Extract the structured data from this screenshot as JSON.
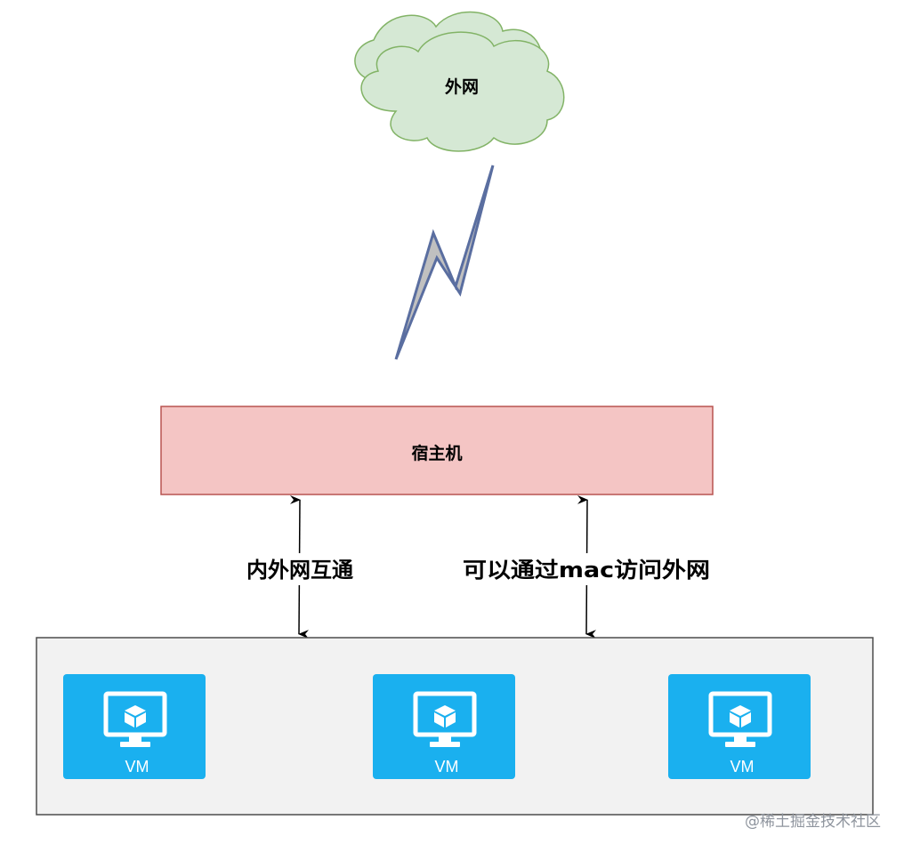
{
  "cloud": {
    "label": "外网"
  },
  "host": {
    "label": "宿主机"
  },
  "connections": {
    "left_label": "内外网互通",
    "right_label": "可以通过mac访问外网"
  },
  "vms": [
    {
      "label": "VM"
    },
    {
      "label": "VM"
    },
    {
      "label": "VM"
    }
  ],
  "watermark": {
    "text": "@稀土掘金技术社区"
  },
  "colors": {
    "cloud_fill": "#d5e8d4",
    "cloud_stroke": "#82b366",
    "host_fill": "#f4c5c4",
    "host_stroke": "#b85450",
    "vm_group_fill": "#f2f2f2",
    "vm_group_stroke": "#4d4d4d",
    "vm_tile": "#1ab0ef",
    "lightning_fill": "#c0c0c0",
    "lightning_stroke": "#5a6ea0"
  },
  "icons": {
    "lightning": "lightning-bolt-icon",
    "vm": "virtual-machine-monitor-icon",
    "arrow": "double-headed-arrow-icon"
  }
}
